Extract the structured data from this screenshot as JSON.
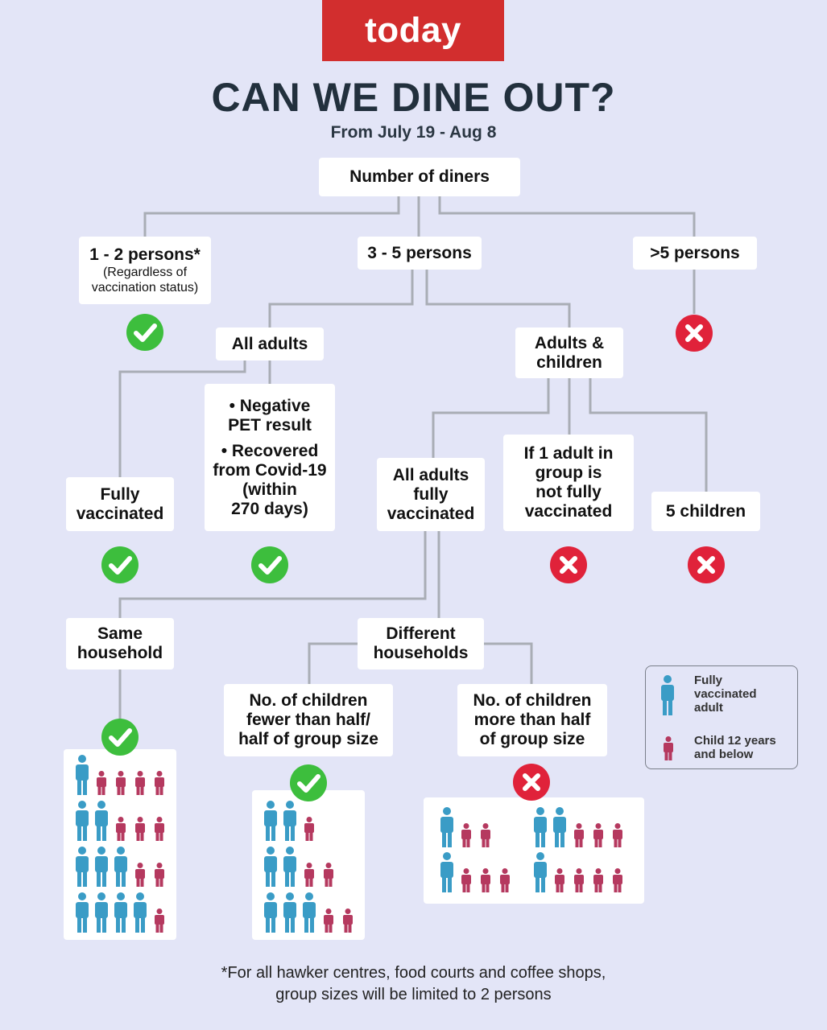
{
  "header": {
    "logo": "today",
    "title": "CAN WE DINE OUT?",
    "subtitle": "From July 19 - Aug 8"
  },
  "colors": {
    "background": "#e3e5f7",
    "logo_red": "#d22e2e",
    "check_green": "#3dbe3d",
    "cross_red": "#e0223a",
    "adult_blue": "#3a9cc6",
    "child_pink": "#b5395f",
    "line_grey": "#a9adb5"
  },
  "nodes": {
    "root": "Number of diners",
    "one_two": "1 -  2 persons*",
    "one_two_note": "(Regardless of vaccination status)",
    "three_five": "3 - 5 persons",
    "more_than_five": ">5 persons",
    "all_adults": "All adults",
    "adults_children": [
      "Adults &",
      "children"
    ],
    "fully_vaccinated": [
      "Fully",
      "vaccinated"
    ],
    "negative_pet": [
      "• Negative",
      "PET result"
    ],
    "recovered": [
      "• Recovered",
      "from Covid-19",
      "(within",
      "270 days)"
    ],
    "all_adults_fully_vaccinated": [
      "All adults",
      "fully",
      "vaccinated"
    ],
    "one_adult_not_vaccinated": [
      "If 1 adult in",
      "group is",
      "not fully",
      "vaccinated"
    ],
    "five_children": "5 children",
    "same_household": [
      "Same",
      "household"
    ],
    "different_households": [
      "Different",
      "households"
    ],
    "children_fewer_half": [
      "No. of children",
      "fewer than half/",
      "half of group size"
    ],
    "children_more_half": [
      "No. of children",
      "more than half",
      "of group size"
    ]
  },
  "outcomes": {
    "one_two": "check",
    "more_than_five": "cross",
    "fully_vaccinated": "check",
    "pet_recovered": "check",
    "one_adult_not_vaccinated": "cross",
    "five_children": "cross",
    "same_household": "check",
    "children_fewer_half": "check",
    "children_more_half": "cross"
  },
  "groups": {
    "same_household_rows": [
      [
        1,
        4
      ],
      [
        2,
        3
      ],
      [
        3,
        2
      ],
      [
        4,
        1
      ]
    ],
    "fewer_half_rows": [
      [
        2,
        1
      ],
      [
        2,
        2
      ],
      [
        3,
        2
      ]
    ],
    "more_half_groups": [
      [
        1,
        2
      ],
      [
        2,
        3
      ],
      [
        1,
        3
      ],
      [
        1,
        4
      ]
    ]
  },
  "legend": {
    "adult": [
      "Fully",
      "vaccinated",
      "adult"
    ],
    "child": [
      "Child 12 years",
      "and below"
    ]
  },
  "footnote": [
    "*For all hawker centres, food courts and coffee shops,",
    "group sizes will be limited to 2 persons"
  ]
}
